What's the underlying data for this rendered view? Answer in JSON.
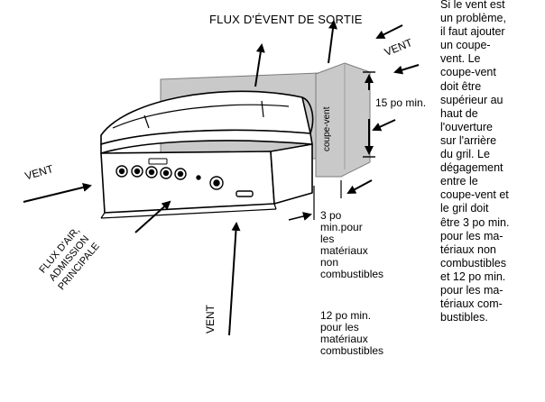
{
  "labels": {
    "exhaust_flow": "FLUX D'ÉVENT DE SORTIE",
    "wind_top": "VENT",
    "wind_left": "VENT",
    "wind_bottom": "VENT",
    "height_min": "15 po min.",
    "windbreak": "coupe-vent",
    "airflow_lines": [
      "FLUX D'AIR,",
      "ADMISSION",
      "PRINCIPALE"
    ]
  },
  "clearance_noncombustible": [
    "3 po",
    "min.pour",
    "les",
    "matériaux",
    "non",
    "combustibles"
  ],
  "clearance_combustible": [
    "12 po min.",
    "pour les",
    "matériaux",
    "combustibles"
  ],
  "side_note": [
    "Si le vent est",
    "un problème,",
    "il faut ajouter",
    "un coupe-",
    "vent. Le",
    "coupe-vent",
    "doit être",
    "supérieur au",
    "haut de",
    "l'ouverture",
    "sur l'arrière",
    "du gril. Le",
    "dégagement",
    "entre le",
    "coupe-vent et",
    "le gril doit",
    "être 3 po min.",
    "pour les ma-",
    "tériaux non",
    "combustibles",
    "et 12 po min.",
    "pour les ma-",
    "tériaux com-",
    "bustibles."
  ],
  "colors": {
    "windbreak_fill": "#c9c9c9",
    "line": "#000000",
    "grill_fill": "#ffffff"
  }
}
